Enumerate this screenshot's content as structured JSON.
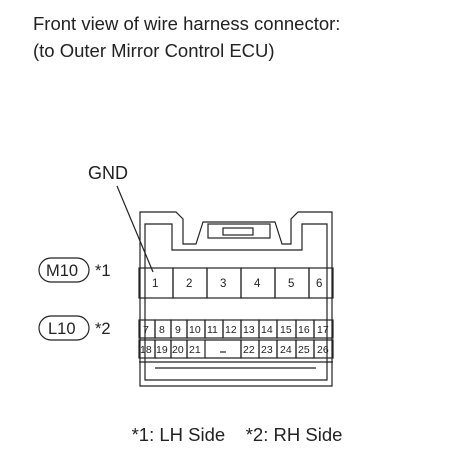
{
  "title": {
    "line1": "Front view of wire harness connector:",
    "line2": "(to Outer Mirror Control ECU)"
  },
  "pin_callout": "GND",
  "connector_codes": [
    {
      "code": "M10",
      "note": "*1"
    },
    {
      "code": "L10",
      "note": "*2"
    }
  ],
  "upper_pins": [
    "1",
    "2",
    "3",
    "4",
    "5",
    "6"
  ],
  "lower_row1_pins": [
    "7",
    "8",
    "9",
    "10",
    "11",
    "12",
    "13",
    "14",
    "15",
    "16",
    "17"
  ],
  "lower_row2_pins": [
    "18",
    "19",
    "20",
    "21",
    "22",
    "23",
    "24",
    "25",
    "26"
  ],
  "footnote": "*1: LH Side    *2: RH Side"
}
